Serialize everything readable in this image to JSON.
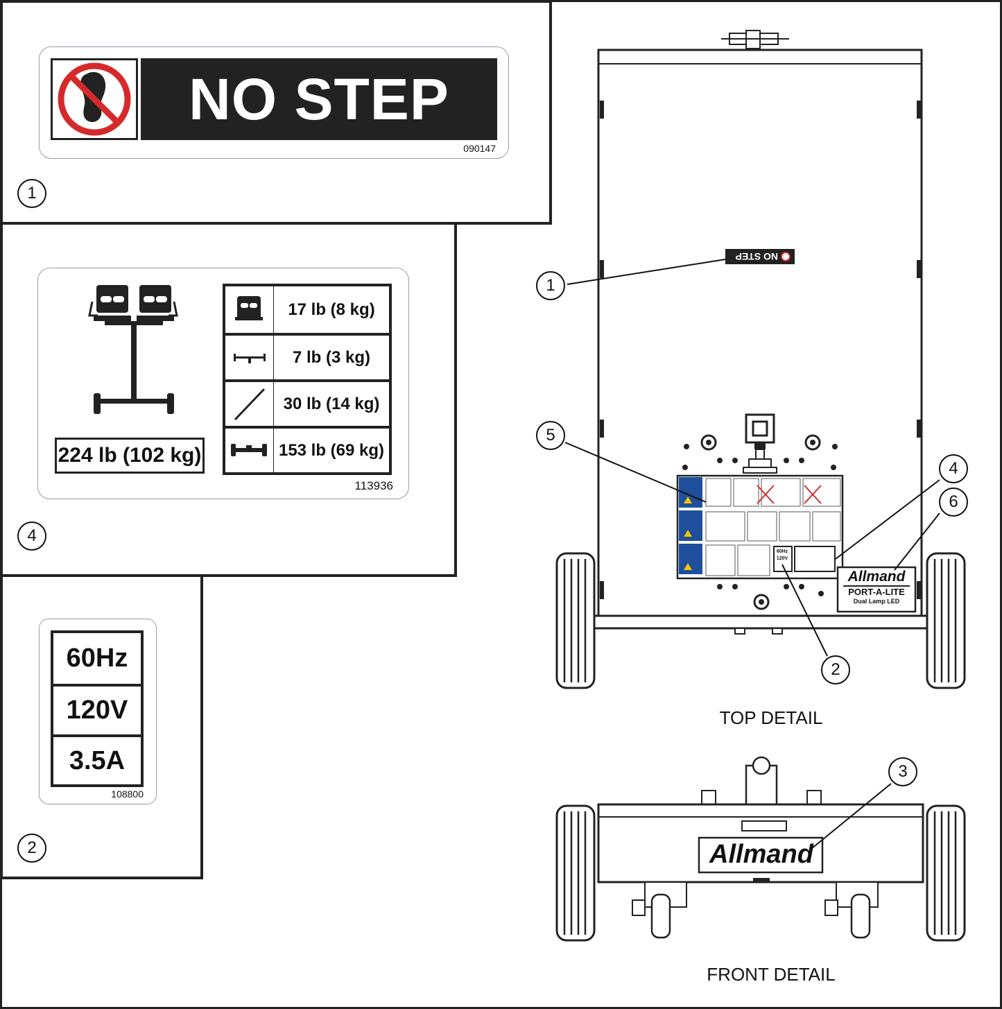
{
  "callouts": {
    "no_step_panel": "1",
    "weight_panel": "4",
    "electrical_panel": "2",
    "top_detail": [
      "1",
      "5",
      "4",
      "6",
      "2"
    ],
    "front_detail": "3"
  },
  "no_step_decal": {
    "text": "NO STEP",
    "part_number": "090147"
  },
  "weight_decal": {
    "total": "224 lb (102 kg)",
    "rows": [
      {
        "icon": "lamp-head-icon",
        "value": "17 lb (8 kg)"
      },
      {
        "icon": "crossbar-icon",
        "value": "7 lb (3 kg)"
      },
      {
        "icon": "mast-pole-icon",
        "value": "30 lb (14 kg)"
      },
      {
        "icon": "base-cart-icon",
        "value": "153 lb (69 kg)"
      }
    ],
    "part_number": "113936"
  },
  "electrical_decal": {
    "rows": [
      "60Hz",
      "120V",
      "3.5A"
    ],
    "part_number": "108800"
  },
  "top_detail": {
    "label": "TOP DETAIL",
    "no_step_decal_text": "NO STEP",
    "rating_plate_lines": [
      "60Hz",
      "120V"
    ],
    "brand": "Allmand",
    "product_name": "PORT-A-LITE",
    "product_subtitle": "Dual Lamp LED"
  },
  "front_detail": {
    "label": "FRONT DETAIL",
    "brand": "Allmand"
  },
  "colors": {
    "ink": "#222222",
    "prohibition_red": "#d62a2a",
    "instruction_blue": "#1f4f9c",
    "warning_yellow": "#f5c400"
  }
}
